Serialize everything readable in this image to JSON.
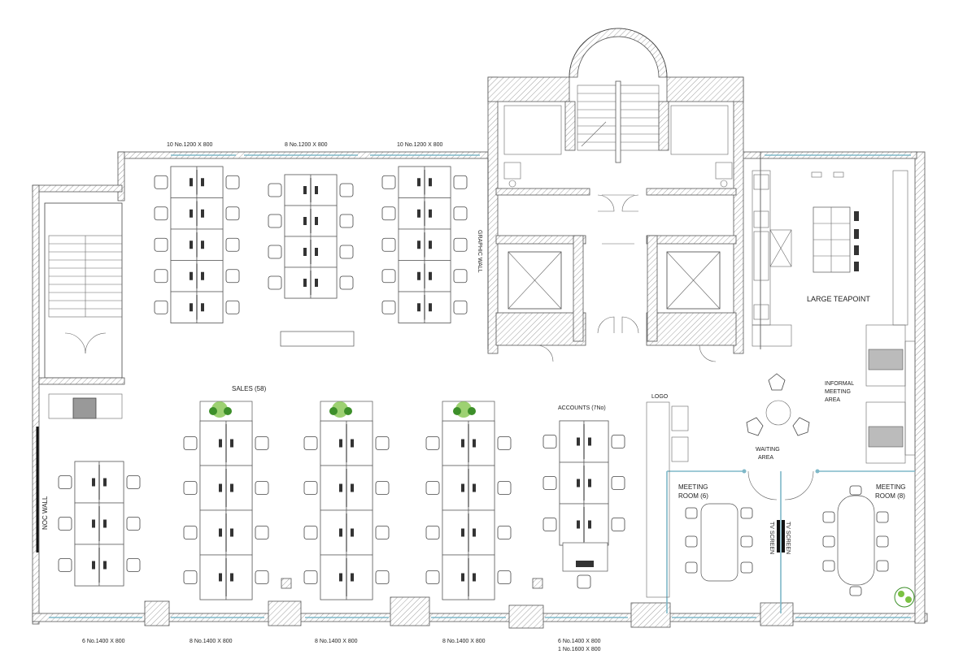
{
  "labels": {
    "desks_top_left": "10 No.1200 X 800",
    "desks_top_mid": "8 No.1200 X 800",
    "desks_top_right": "10 No.1200 X 800",
    "graphic_wall": "GRAPHIC WALL",
    "sales": "SALES (58)",
    "accounts": "ACCOUNTS (7No)",
    "logo": "LOGO",
    "noc_wall": "NOC WALL",
    "large_teapoint": "LARGE TEAPOINT",
    "informal_line1": "INFORMAL",
    "informal_line2": "MEETING",
    "informal_line3": "AREA",
    "waiting_line1": "WAITING",
    "waiting_line2": "AREA",
    "meeting6_line1": "MEETING",
    "meeting6_line2": "ROOM (6)",
    "meeting8_line1": "MEETING",
    "meeting8_line2": "ROOM (8)",
    "tv_screen_left": "TV SCREEN",
    "tv_screen_right": "TV SCREEN",
    "bottom_1": "6 No.1400 X 800",
    "bottom_2": "8 No.1400 X 800",
    "bottom_3": "8 No.1400 X 800",
    "bottom_4": "8 No.1400 X 800",
    "bottom_5a": "6 No.1400 X 800",
    "bottom_5b": "1 No.1600 X 800"
  }
}
